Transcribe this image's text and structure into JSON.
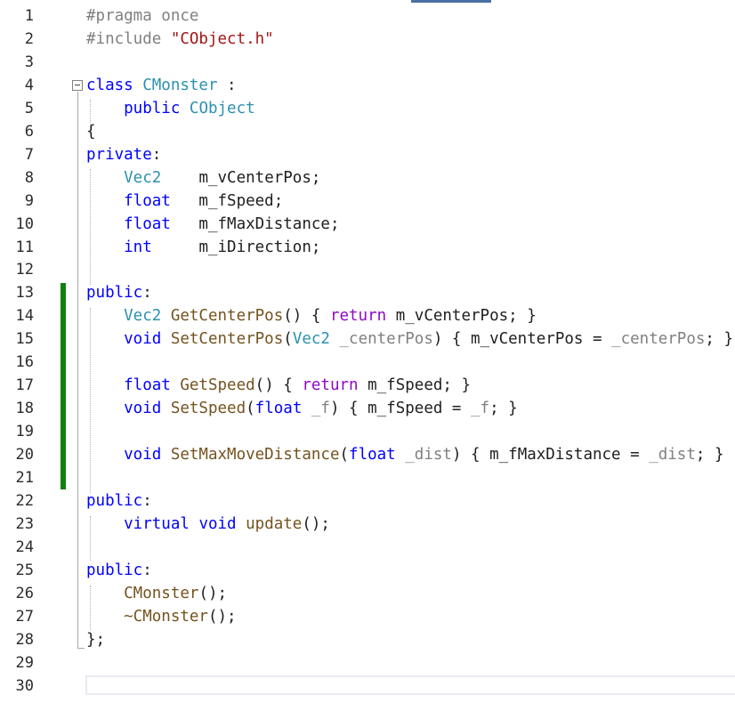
{
  "editor": {
    "current_line": 30,
    "line_numbers": [
      "1",
      "2",
      "3",
      "4",
      "5",
      "6",
      "7",
      "8",
      "9",
      "10",
      "11",
      "12",
      "13",
      "14",
      "15",
      "16",
      "17",
      "18",
      "19",
      "20",
      "21",
      "22",
      "23",
      "24",
      "25",
      "26",
      "27",
      "28",
      "29",
      "30"
    ],
    "lines": [
      [
        {
          "t": "#pragma once",
          "c": "pre"
        }
      ],
      [
        {
          "t": "#include ",
          "c": "pre"
        },
        {
          "t": "\"CObject.h\"",
          "c": "str"
        }
      ],
      [],
      [
        {
          "t": "class ",
          "c": "kw"
        },
        {
          "t": "CMonster",
          "c": "type"
        },
        {
          "t": " :",
          "c": "plain"
        }
      ],
      [
        {
          "t": "    public ",
          "c": "kw"
        },
        {
          "t": "CObject",
          "c": "type"
        }
      ],
      [
        {
          "t": "{",
          "c": "plain"
        }
      ],
      [
        {
          "t": "private",
          "c": "kw"
        },
        {
          "t": ":",
          "c": "plain"
        }
      ],
      [
        {
          "t": "    Vec2",
          "c": "type"
        },
        {
          "t": "    m_vCenterPos;",
          "c": "plain"
        }
      ],
      [
        {
          "t": "    float",
          "c": "kw"
        },
        {
          "t": "   m_fSpeed;",
          "c": "plain"
        }
      ],
      [
        {
          "t": "    float",
          "c": "kw"
        },
        {
          "t": "   m_fMaxDistance;",
          "c": "plain"
        }
      ],
      [
        {
          "t": "    int",
          "c": "kw"
        },
        {
          "t": "     m_iDirection;",
          "c": "plain"
        }
      ],
      [],
      [
        {
          "t": "public",
          "c": "kw"
        },
        {
          "t": ":",
          "c": "plain"
        }
      ],
      [
        {
          "t": "    Vec2 ",
          "c": "type"
        },
        {
          "t": "GetCenterPos",
          "c": "fn"
        },
        {
          "t": "() { ",
          "c": "plain"
        },
        {
          "t": "return",
          "c": "ctl"
        },
        {
          "t": " m_vCenterPos; }",
          "c": "plain"
        }
      ],
      [
        {
          "t": "    void ",
          "c": "kw"
        },
        {
          "t": "SetCenterPos",
          "c": "fn"
        },
        {
          "t": "(",
          "c": "plain"
        },
        {
          "t": "Vec2 ",
          "c": "type"
        },
        {
          "t": "_centerPos",
          "c": "param"
        },
        {
          "t": ") { m_vCenterPos = ",
          "c": "plain"
        },
        {
          "t": "_centerPos",
          "c": "param"
        },
        {
          "t": "; }",
          "c": "plain"
        }
      ],
      [],
      [
        {
          "t": "    float ",
          "c": "kw"
        },
        {
          "t": "GetSpeed",
          "c": "fn"
        },
        {
          "t": "() { ",
          "c": "plain"
        },
        {
          "t": "return",
          "c": "ctl"
        },
        {
          "t": " m_fSpeed; }",
          "c": "plain"
        }
      ],
      [
        {
          "t": "    void ",
          "c": "kw"
        },
        {
          "t": "SetSpeed",
          "c": "fn"
        },
        {
          "t": "(",
          "c": "plain"
        },
        {
          "t": "float ",
          "c": "kw"
        },
        {
          "t": "_f",
          "c": "param"
        },
        {
          "t": ") { m_fSpeed = ",
          "c": "plain"
        },
        {
          "t": "_f",
          "c": "param"
        },
        {
          "t": "; }",
          "c": "plain"
        }
      ],
      [],
      [
        {
          "t": "    void ",
          "c": "kw"
        },
        {
          "t": "SetMaxMoveDistance",
          "c": "fn"
        },
        {
          "t": "(",
          "c": "plain"
        },
        {
          "t": "float ",
          "c": "kw"
        },
        {
          "t": "_dist",
          "c": "param"
        },
        {
          "t": ") { m_fMaxDistance = ",
          "c": "plain"
        },
        {
          "t": "_dist",
          "c": "param"
        },
        {
          "t": "; }",
          "c": "plain"
        }
      ],
      [],
      [
        {
          "t": "public",
          "c": "kw"
        },
        {
          "t": ":",
          "c": "plain"
        }
      ],
      [
        {
          "t": "    virtual ",
          "c": "kw"
        },
        {
          "t": "void ",
          "c": "kw"
        },
        {
          "t": "update",
          "c": "fn"
        },
        {
          "t": "();",
          "c": "plain"
        }
      ],
      [],
      [
        {
          "t": "public",
          "c": "kw"
        },
        {
          "t": ":",
          "c": "plain"
        }
      ],
      [
        {
          "t": "    CMonster",
          "c": "fn"
        },
        {
          "t": "();",
          "c": "plain"
        }
      ],
      [
        {
          "t": "    ~CMonster",
          "c": "fn"
        },
        {
          "t": "();",
          "c": "plain"
        }
      ],
      [
        {
          "t": "};",
          "c": "plain"
        }
      ],
      [],
      []
    ]
  }
}
